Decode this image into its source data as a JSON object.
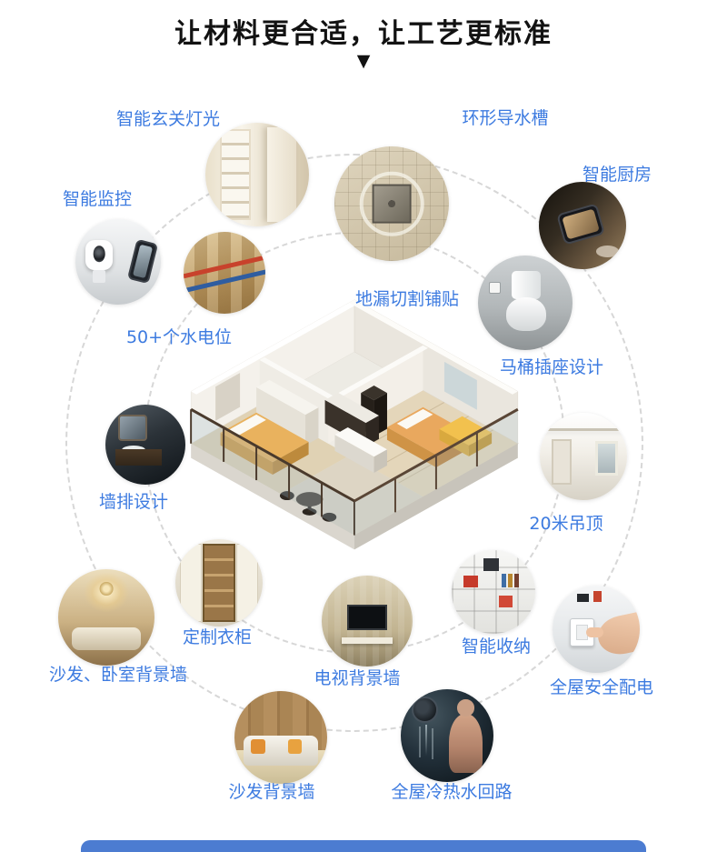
{
  "page": {
    "title": "让材料更合适，让工艺更标准",
    "arrow_glyph": "▼",
    "accent_color": "#3D7BE0",
    "dashed_circle_color": "#d7d7d7",
    "bottom_bar_color": "#4C7CD1"
  },
  "features": [
    {
      "label": "智能玄关灯光",
      "photo": "white-hallway-cabinet-photo"
    },
    {
      "label": "环形导水槽",
      "photo": "floor-drain-tiles-photo"
    },
    {
      "label": "智能厨房",
      "photo": "phone-over-kitchen-photo"
    },
    {
      "label": "智能监控",
      "photo": "security-camera-photo"
    },
    {
      "label": "地漏切割铺贴",
      "photo": "floor-drain-tiles-photo"
    },
    {
      "label": "50+个水电位",
      "photo": "wall-wiring-pipes-photo"
    },
    {
      "label": "马桶插座设计",
      "photo": "toilet-socket-photo"
    },
    {
      "label": "墙排设计",
      "photo": "dark-washroom-vanity-photo"
    },
    {
      "label": "20米吊顶",
      "photo": "ceiling-interior-photo"
    },
    {
      "label": "定制衣柜",
      "photo": "custom-wardrobe-photo"
    },
    {
      "label": "沙发、卧室背景墙",
      "photo": "warm-living-room-photo"
    },
    {
      "label": "电视背景墙",
      "photo": "tv-feature-wall-photo"
    },
    {
      "label": "智能收纳",
      "photo": "shelving-storage-photo"
    },
    {
      "label": "全屋安全配电",
      "photo": "hand-on-light-switch-photo"
    },
    {
      "label": "沙发背景墙",
      "photo": "sofa-wood-wall-photo"
    },
    {
      "label": "全屋冷热水回路",
      "photo": "shower-photo"
    }
  ],
  "centerpiece": {
    "kind": "isometric-apartment-floorplan"
  }
}
